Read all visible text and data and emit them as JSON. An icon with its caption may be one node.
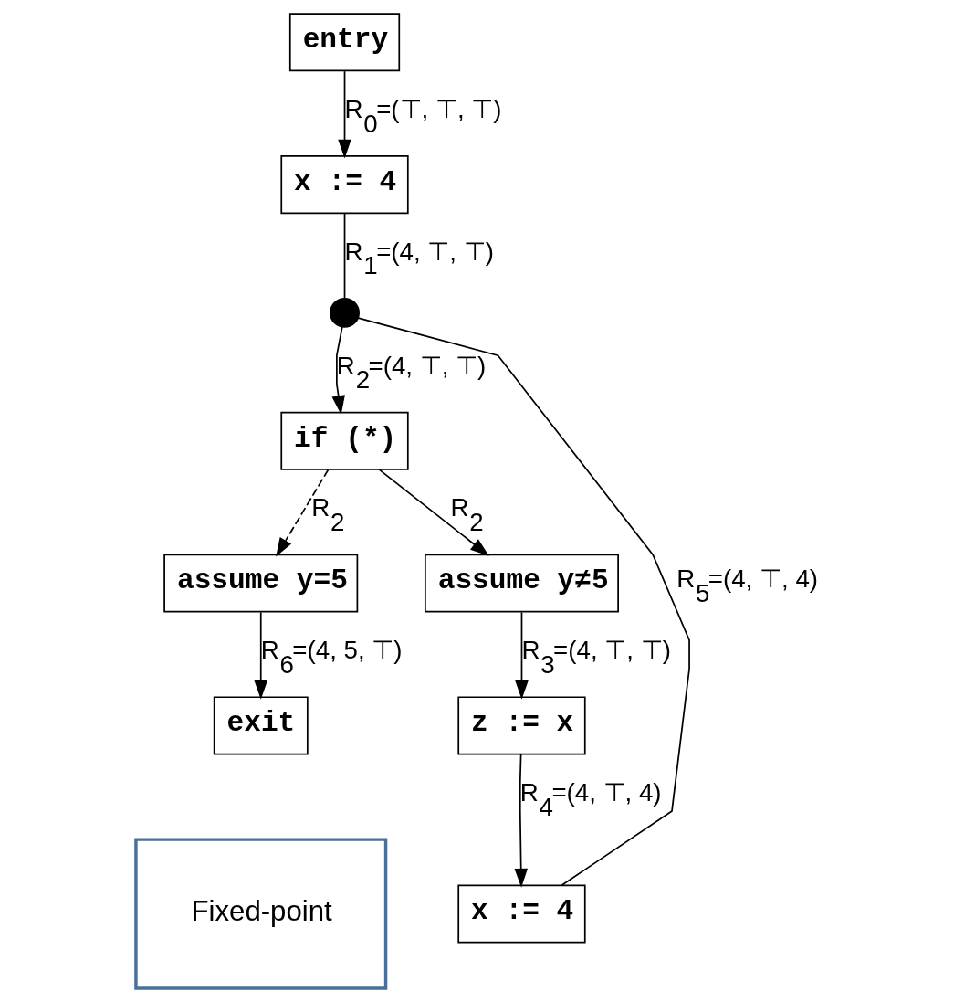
{
  "diagram": {
    "nodes": [
      {
        "text": [
          "entry"
        ]
      },
      {
        "text": [
          "x := 4"
        ]
      },
      {
        "text": [],
        "shape": "circle"
      },
      {
        "text": [
          "if (*)"
        ]
      },
      {
        "text": [
          "assume y=5"
        ]
      },
      {
        "text": [
          "assume y≠5"
        ]
      },
      {
        "text": [
          "exit"
        ]
      },
      {
        "text": [
          "z := x"
        ]
      },
      {
        "text": [
          "x := 4"
        ]
      },
      {
        "text": [
          "Fixed-point"
        ]
      }
    ],
    "edges": [
      {
        "from": 0,
        "to": 1,
        "arrow": "to",
        "label": "R$_{0}$=(⊤, ⊤, ⊤)"
      },
      {
        "from": 1,
        "to": 2,
        "arrow": "none",
        "label": "R$_{1}$=(4, ⊤, ⊤)"
      },
      {
        "from": 2,
        "to": 3,
        "arrow": "to",
        "label": "R$_{2}$=(4, ⊤, ⊤)"
      },
      {
        "from": 3,
        "to": 4,
        "arrow": "to",
        "style": "dashed",
        "label": "R$_{2}$"
      },
      {
        "from": 3,
        "to": 5,
        "arrow": "to",
        "label": "R$_{2}$"
      },
      {
        "from": 4,
        "to": 6,
        "arrow": "to",
        "label": "R$_{6}$=(4, 5, ⊤)"
      },
      {
        "from": 5,
        "to": 7,
        "arrow": "to",
        "label": "R$_{3}$=(4, ⊤, ⊤)"
      },
      {
        "from": 7,
        "to": 8,
        "arrow": "to",
        "label": "R$_{4}$=(4, ⊤, 4)"
      },
      {
        "from": 8,
        "to": 2,
        "arrow": "none",
        "label": "R$_{5}$=(4, ⊤, 4)"
      }
    ]
  }
}
